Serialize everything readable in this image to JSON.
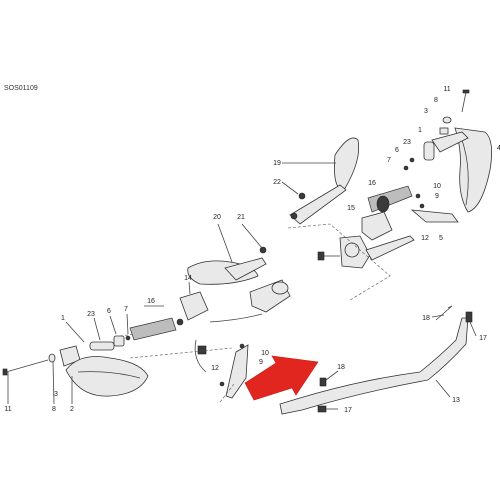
{
  "diagram": {
    "code": "SOS01109",
    "labels": {
      "l1_top": "11",
      "l2_top": "8",
      "l3_top": "3",
      "l4_top": "1",
      "l5_top": "23",
      "l6_top": "6",
      "l7_top": "7",
      "l8_top": "16",
      "l9_top": "10",
      "l10_top": "9",
      "l11_top": "15",
      "l12_top": "12",
      "l13_top": "5",
      "l14_top": "19",
      "l15_top": "22",
      "l16_top": "4",
      "l17_mid": "20",
      "l18_mid": "21",
      "l19_mid": "14",
      "l20_left": "1",
      "l21_left": "23",
      "l22_left": "6",
      "l23_left": "7",
      "l24_left": "16",
      "l25_left": "10",
      "l26_left": "9",
      "l27_left": "12",
      "l28_bot": "11",
      "l29_bot": "8",
      "l30_bot": "3",
      "l31_bot": "2",
      "l32_bar": "18",
      "l33_bar": "17",
      "l34_bar": "18",
      "l35_bar": "13",
      "l36_bar": "17"
    }
  }
}
